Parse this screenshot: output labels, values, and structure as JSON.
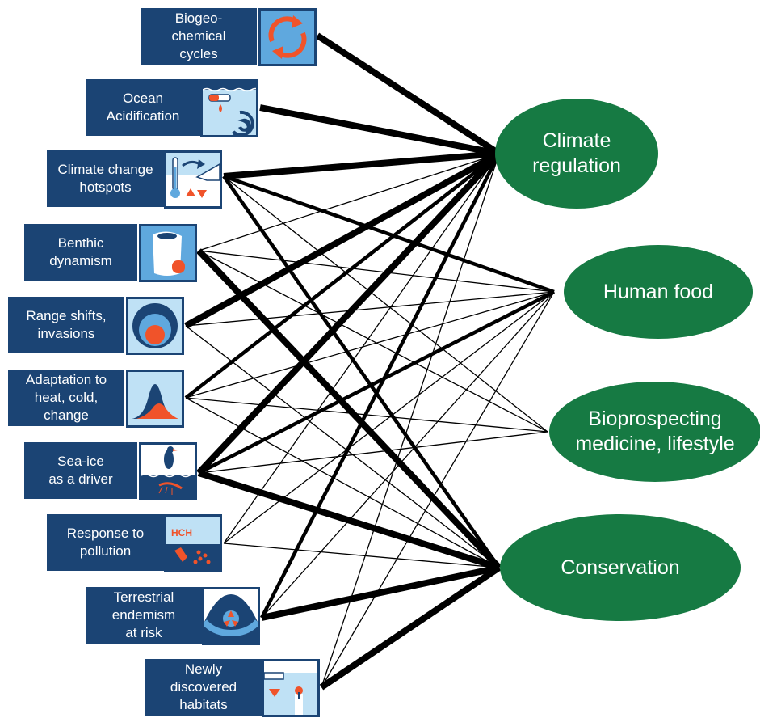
{
  "colors": {
    "box": "#1b4474",
    "icon_light": "#bfe1f5",
    "icon_mid": "#5fa8de",
    "icon_dark": "#1b4474",
    "icon_orange": "#f0532a",
    "oval": "#167a43",
    "line": "#000000"
  },
  "topics": [
    {
      "id": "biogeochemical",
      "label": "Biogeo-\nchemical\ncycles",
      "icon": "cycle-arrows-icon"
    },
    {
      "id": "acidification",
      "label": "Ocean\nAcidification",
      "icon": "shell-dissolving-icon"
    },
    {
      "id": "hotspots",
      "label": "Climate change\nhotspots",
      "icon": "thermometer-glacier-icon"
    },
    {
      "id": "benthic",
      "label": "Benthic\ndynamism",
      "icon": "benthic-organism-icon"
    },
    {
      "id": "range",
      "label": "Range shifts,\ninvasions",
      "icon": "range-circles-icon"
    },
    {
      "id": "adaptation",
      "label": "Adaptation to\nheat, cold,\nchange",
      "icon": "distribution-curve-icon"
    },
    {
      "id": "seaice",
      "label": "Sea-ice\nas a driver",
      "icon": "penguin-krill-icon"
    },
    {
      "id": "pollution",
      "label": "Response to\npollution",
      "icon": "pollution-hch-icon",
      "icon_text": "HCH"
    },
    {
      "id": "endemism",
      "label": "Terrestrial\nendemism\nat risk",
      "icon": "endemism-arrows-icon"
    },
    {
      "id": "habitats",
      "label": "Newly\ndiscovered\nhabitats",
      "icon": "ice-shelf-habitat-icon"
    }
  ],
  "services": [
    {
      "id": "climate",
      "label": "Climate\nregulation"
    },
    {
      "id": "food",
      "label": "Human food"
    },
    {
      "id": "bio",
      "label": "Bioprospecting\nmedicine, lifestyle"
    },
    {
      "id": "conservation",
      "label": "Conservation"
    }
  ],
  "links": [
    {
      "from": "biogeochemical",
      "to": "climate",
      "strength": "strong"
    },
    {
      "from": "acidification",
      "to": "climate",
      "strength": "strong"
    },
    {
      "from": "hotspots",
      "to": "climate",
      "strength": "strong"
    },
    {
      "from": "hotspots",
      "to": "food",
      "strength": "medium"
    },
    {
      "from": "hotspots",
      "to": "bio",
      "strength": "weak"
    },
    {
      "from": "hotspots",
      "to": "conservation",
      "strength": "medium"
    },
    {
      "from": "benthic",
      "to": "climate",
      "strength": "weak"
    },
    {
      "from": "benthic",
      "to": "food",
      "strength": "weak"
    },
    {
      "from": "benthic",
      "to": "bio",
      "strength": "weak"
    },
    {
      "from": "benthic",
      "to": "conservation",
      "strength": "strong"
    },
    {
      "from": "range",
      "to": "climate",
      "strength": "strong"
    },
    {
      "from": "range",
      "to": "food",
      "strength": "weak"
    },
    {
      "from": "range",
      "to": "conservation",
      "strength": "weak"
    },
    {
      "from": "adaptation",
      "to": "climate",
      "strength": "medium"
    },
    {
      "from": "adaptation",
      "to": "food",
      "strength": "weak"
    },
    {
      "from": "adaptation",
      "to": "bio",
      "strength": "weak"
    },
    {
      "from": "adaptation",
      "to": "conservation",
      "strength": "weak"
    },
    {
      "from": "seaice",
      "to": "climate",
      "strength": "strong"
    },
    {
      "from": "seaice",
      "to": "food",
      "strength": "medium"
    },
    {
      "from": "seaice",
      "to": "bio",
      "strength": "weak"
    },
    {
      "from": "seaice",
      "to": "conservation",
      "strength": "strong"
    },
    {
      "from": "pollution",
      "to": "climate",
      "strength": "weak"
    },
    {
      "from": "pollution",
      "to": "food",
      "strength": "weak"
    },
    {
      "from": "pollution",
      "to": "conservation",
      "strength": "weak"
    },
    {
      "from": "endemism",
      "to": "climate",
      "strength": "medium"
    },
    {
      "from": "endemism",
      "to": "food",
      "strength": "weak"
    },
    {
      "from": "endemism",
      "to": "conservation",
      "strength": "strong"
    },
    {
      "from": "habitats",
      "to": "climate",
      "strength": "weak"
    },
    {
      "from": "habitats",
      "to": "food",
      "strength": "weak"
    },
    {
      "from": "habitats",
      "to": "conservation",
      "strength": "strong"
    }
  ]
}
